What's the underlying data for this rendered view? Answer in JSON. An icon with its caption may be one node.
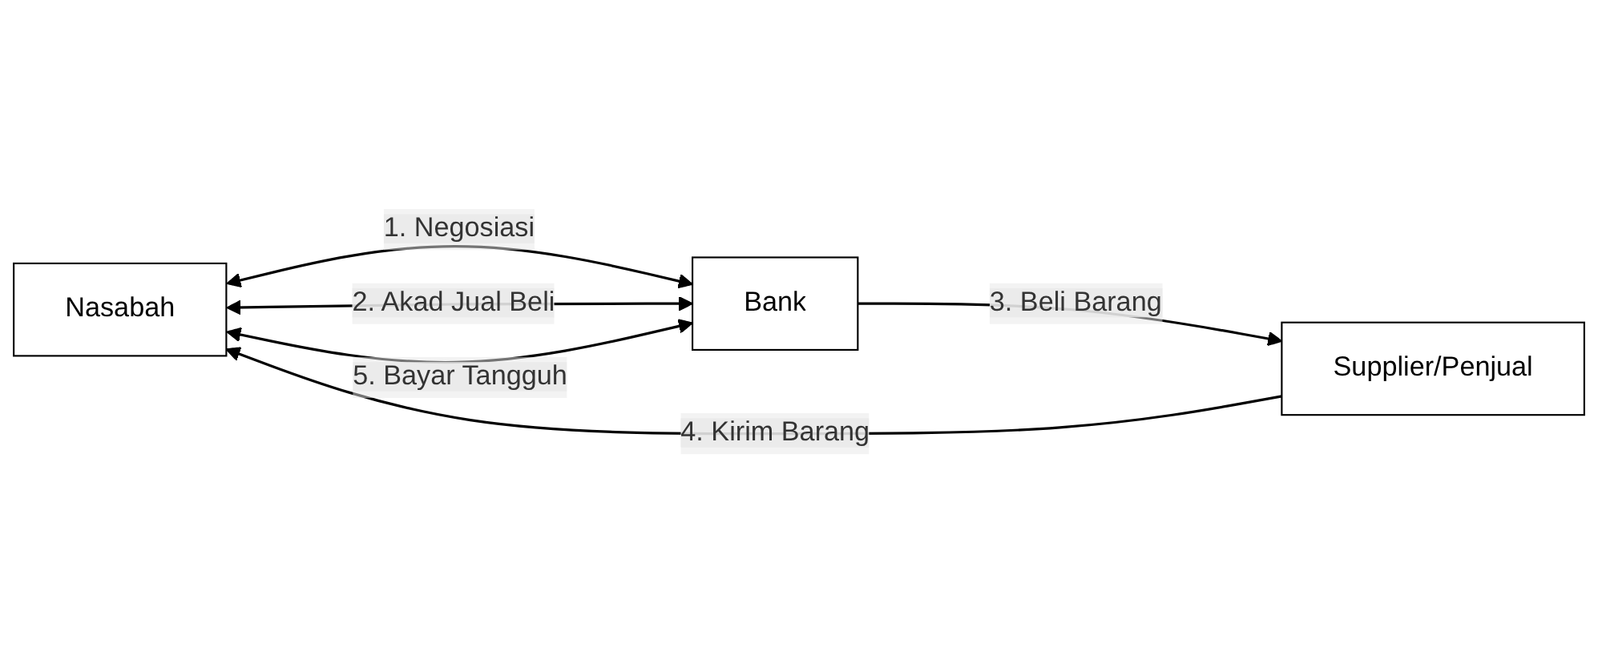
{
  "diagram": {
    "nodes": [
      {
        "text": [
          "Nasabah"
        ]
      },
      {
        "text": [
          "Bank"
        ]
      },
      {
        "text": [
          "Supplier/Penjual"
        ]
      }
    ],
    "edges": [
      {
        "from": 0,
        "to": 1,
        "arrow": "both",
        "label": "1. Negosiasi"
      },
      {
        "from": 0,
        "to": 1,
        "arrow": "both",
        "label": "2. Akad Jual Beli"
      },
      {
        "from": 0,
        "to": 1,
        "arrow": "both",
        "label": "5. Bayar Tangguh"
      },
      {
        "from": 1,
        "to": 2,
        "arrow": "to",
        "label": "3. Beli Barang"
      },
      {
        "from": 2,
        "to": 0,
        "arrow": "to",
        "label": "4. Kirim Barang"
      }
    ]
  }
}
